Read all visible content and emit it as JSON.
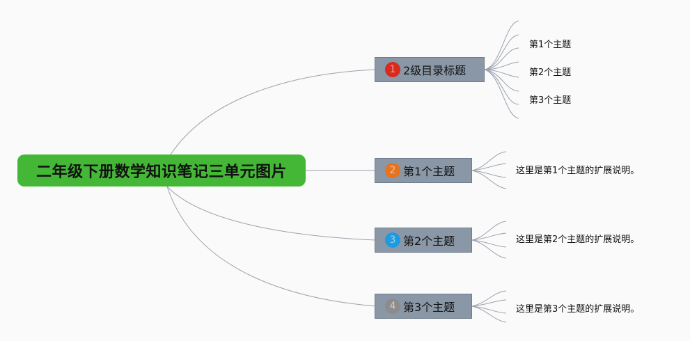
{
  "root": {
    "label": "二年级下册数学知识笔记三单元图片",
    "color": "#44b836"
  },
  "branches": [
    {
      "badge": "1",
      "badge_color": "#d92a1e",
      "label": "2级目录标题",
      "children": [
        "第1个主题",
        "第2个主题",
        "第3个主题"
      ]
    },
    {
      "badge": "2",
      "badge_color": "#e8731e",
      "label": "第1个主题",
      "children": [
        "这里是第1个主题的扩展说明。"
      ]
    },
    {
      "badge": "3",
      "badge_color": "#1e9be0",
      "label": "第2个主题",
      "children": [
        "这里是第2个主题的扩展说明。"
      ]
    },
    {
      "badge": "4",
      "badge_color": "#8c8c8c",
      "label": "第3个主题",
      "children": [
        "这里是第3个主题的扩展说明。"
      ]
    }
  ],
  "colors": {
    "branch_bg": "#8a97a6",
    "line": "#9aa0ac"
  }
}
